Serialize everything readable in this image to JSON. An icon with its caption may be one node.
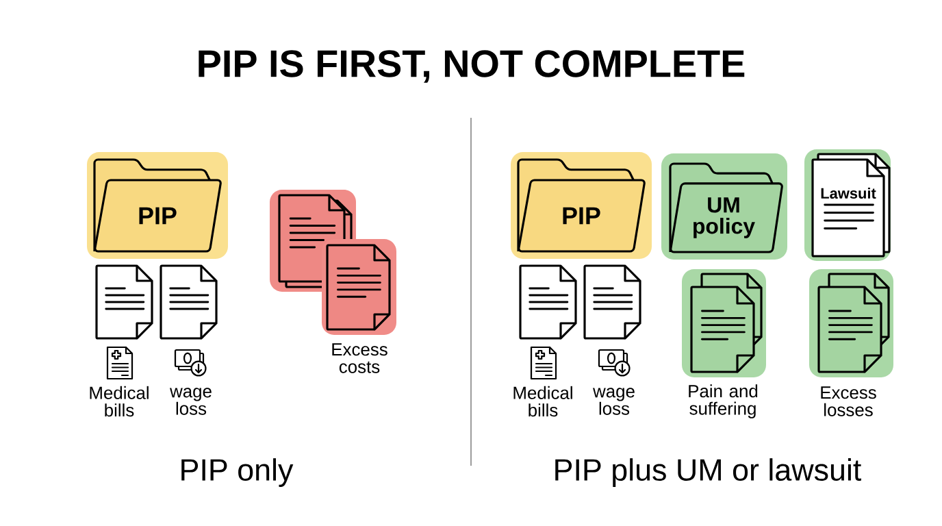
{
  "diagram": {
    "title": "PIP IS FIRST, NOT COMPLETE",
    "nodes": [
      {
        "text": [
          "PIP"
        ]
      },
      {
        "text": [],
        "shape": "document",
        "beside": [
          "Medical bills"
        ]
      },
      {
        "text": [],
        "shape": "document",
        "beside": [
          "wage loss"
        ]
      },
      {
        "text": [],
        "shape": "document",
        "beside": [
          "Excess costs"
        ]
      },
      {
        "text": [
          "PIP"
        ]
      },
      {
        "text": [],
        "shape": "document",
        "beside": [
          "Medical bills"
        ]
      },
      {
        "text": [],
        "shape": "document",
        "beside": [
          "wage loss"
        ]
      },
      {
        "text": [
          "UM policy"
        ]
      },
      {
        "text": [],
        "shape": "document",
        "beside": [
          "Pain and suffering"
        ]
      },
      {
        "text": [
          "Lawsuit"
        ]
      },
      {
        "text": [],
        "shape": "document",
        "beside": [
          "Excess losses"
        ]
      }
    ],
    "labels": [
      "PIP only",
      "PIP plus UM or lawsuit"
    ]
  }
}
